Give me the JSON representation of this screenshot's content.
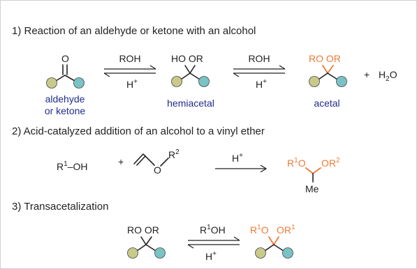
{
  "sections": {
    "s1": {
      "heading": "1) Reaction of an aldehyde or ketone with an alcohol",
      "carbonyl_O": "O",
      "reagent1_top": "ROH",
      "reagent1_bottom": "H",
      "hemiacetal_groups": "HO OR",
      "reagent2_top": "ROH",
      "reagent2_bottom": "H",
      "acetal_groups": "RO OR",
      "byproduct_plus": "+",
      "byproduct": "H",
      "byproduct_sub": "2",
      "byproduct_tail": "O",
      "label_aldehyde_1": "aldehyde",
      "label_aldehyde_2": "or ketone",
      "label_hemiacetal": "hemiacetal",
      "label_acetal": "acetal"
    },
    "s2": {
      "heading": "2) Acid-catalyzed addition of an alcohol to a vinyl ether",
      "alcohol_R": "R",
      "alcohol_sup": "1",
      "alcohol_OH": "–OH",
      "plus": "+",
      "ether_O": "O",
      "ether_R": "R",
      "ether_sup": "2",
      "catalyst": "H",
      "product_R1": "R",
      "product_sup1": "1",
      "product_O1": "O",
      "product_OR": "OR",
      "product_sup2": "2",
      "product_Me": "Me"
    },
    "s3": {
      "heading": "3) Transacetalization",
      "reactant_groups": "RO OR",
      "reagent_R": "R",
      "reagent_sup": "1",
      "reagent_OH": "OH",
      "catalyst": "H",
      "product_R1a": "R",
      "product_sup_a": "1",
      "product_O_a": "O",
      "product_OR": "OR",
      "product_sup_b": "1"
    },
    "plus_sign": "+"
  },
  "colors": {
    "orange": "#ee7a35",
    "label_blue": "#1f2d8c",
    "substituent_olive": "#c9c98a",
    "substituent_teal": "#79c3c6"
  }
}
